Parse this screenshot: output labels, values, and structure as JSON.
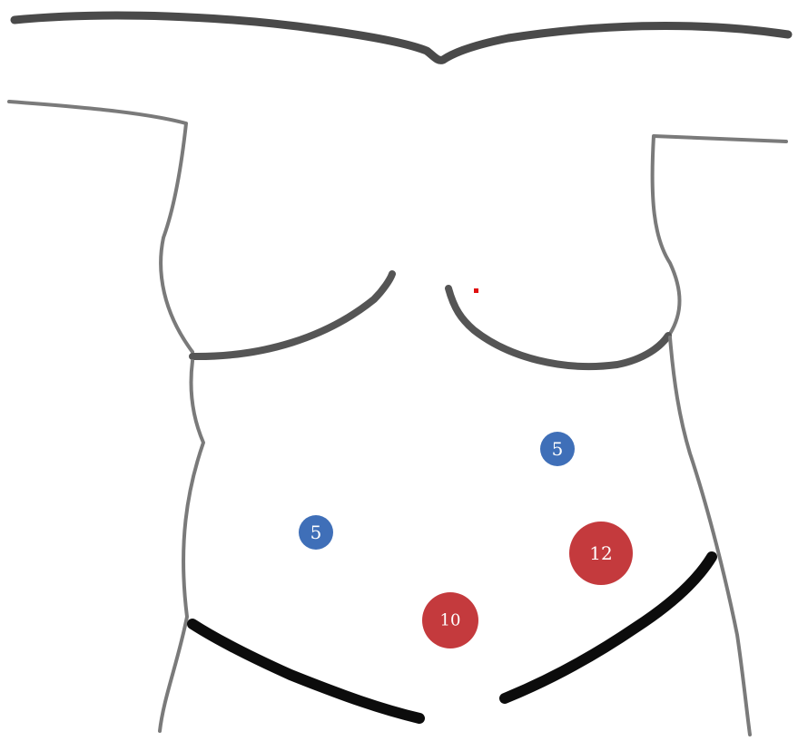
{
  "colors": {
    "outline": "#6b6b6b",
    "outline_dark": "#4a4a4a",
    "groin": "#0c0c0c",
    "port_blue": "#3f6fb8",
    "port_red": "#c43a3d",
    "port_text": "#ffffff",
    "marker_red": "#e01010"
  },
  "ports": [
    {
      "label": "5",
      "color": "blue"
    },
    {
      "label": "5",
      "color": "blue"
    },
    {
      "label": "12",
      "color": "red"
    },
    {
      "label": "10",
      "color": "red"
    }
  ]
}
